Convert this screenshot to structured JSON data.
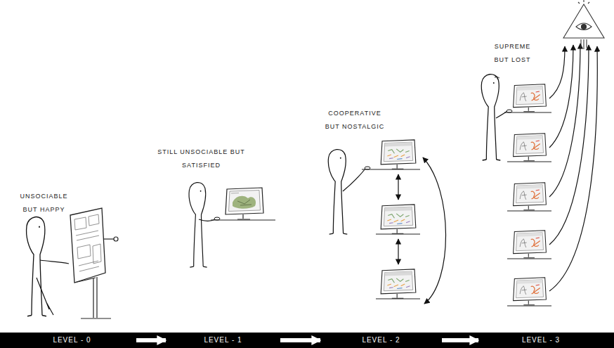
{
  "diagram": {
    "nodes": [
      {
        "text": [
          "LEVEL - 0"
        ]
      },
      {
        "text": [
          "LEVEL - 1"
        ]
      },
      {
        "text": [
          "LEVEL - 2"
        ]
      },
      {
        "text": [
          "LEVEL - 3"
        ]
      }
    ],
    "edges": [
      {
        "from": 0,
        "to": 1,
        "arrow": "to"
      },
      {
        "from": 1,
        "to": 2,
        "arrow": "to"
      },
      {
        "from": 2,
        "to": 3,
        "arrow": "to"
      }
    ],
    "labels": [
      "UNSOCIABLE BUT HAPPY",
      "STILL UNSOCIABLE BUT SATISFIED",
      "COOPERATIVE BUT NOSTALGIC",
      "SUPREME BUT LOST"
    ]
  }
}
